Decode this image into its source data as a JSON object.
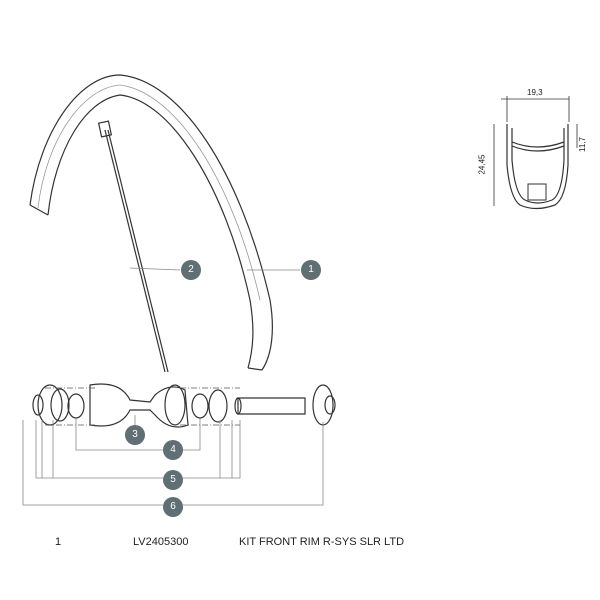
{
  "callouts": [
    "1",
    "2",
    "3",
    "4",
    "5",
    "6"
  ],
  "profile": {
    "width": "19,3",
    "height": "24,45",
    "inner": "11,7"
  },
  "parts_list": [
    {
      "number": "1",
      "ref": "LV2405300",
      "description": "KIT FRONT RIM R-SYS SLR LTD"
    }
  ],
  "colors": {
    "badge": "#5f6f73",
    "line": "#333333"
  }
}
